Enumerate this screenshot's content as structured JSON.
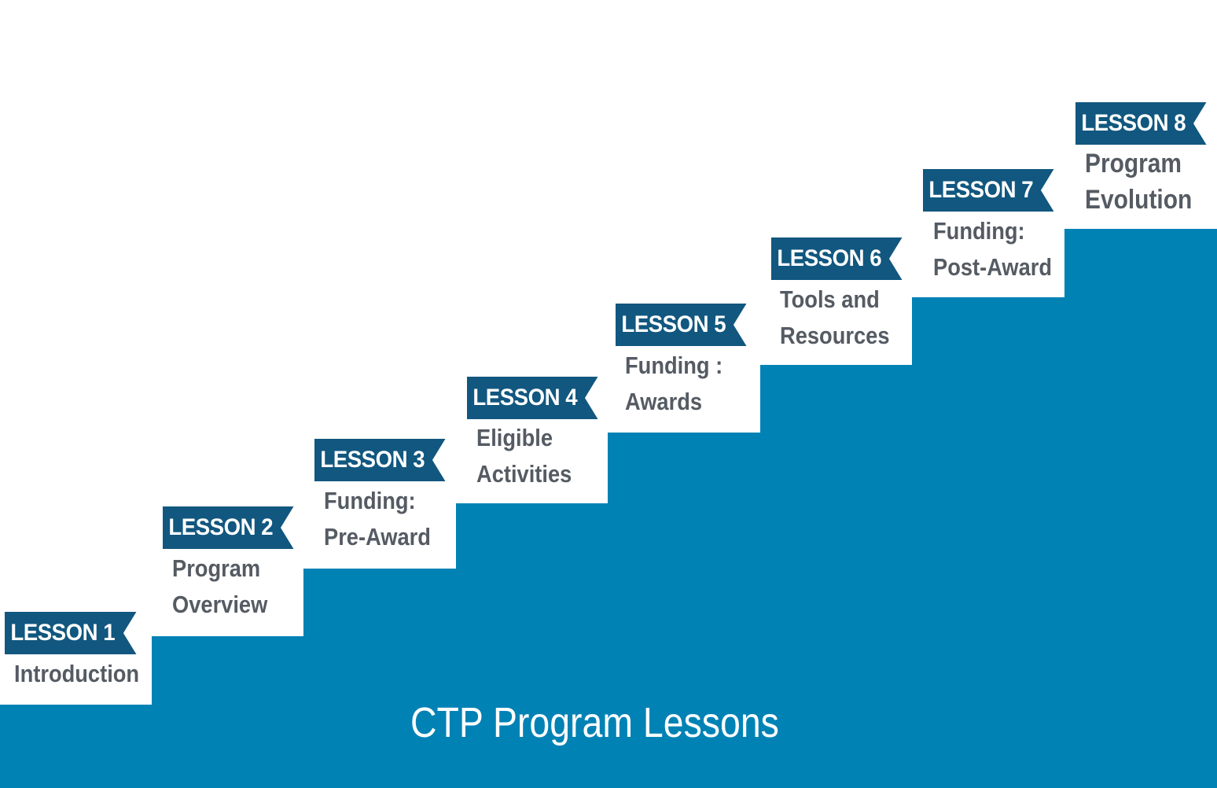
{
  "diagram": {
    "title": "CTP Program Lessons",
    "colors": {
      "step": "#0082b5",
      "banner": "#11577f",
      "banner_text": "#ffffff",
      "desc_text": "#555b63",
      "background": "#ffffff"
    },
    "lessons": [
      {
        "label": "LESSON 1",
        "line1": "Introduction",
        "line2": ""
      },
      {
        "label": "LESSON 2",
        "line1": "Program",
        "line2": "Overview"
      },
      {
        "label": "LESSON 3",
        "line1": "Funding:",
        "line2": "Pre-Award"
      },
      {
        "label": "LESSON 4",
        "line1": "Eligible",
        "line2": "Activities"
      },
      {
        "label": "LESSON 5",
        "line1": "Funding :",
        "line2": "Awards"
      },
      {
        "label": "LESSON 6",
        "line1": "Tools and",
        "line2": "Resources"
      },
      {
        "label": "LESSON 7",
        "line1": "Funding:",
        "line2": "Post-Award"
      },
      {
        "label": "LESSON 8",
        "line1": "Program",
        "line2": "Evolution"
      }
    ]
  }
}
